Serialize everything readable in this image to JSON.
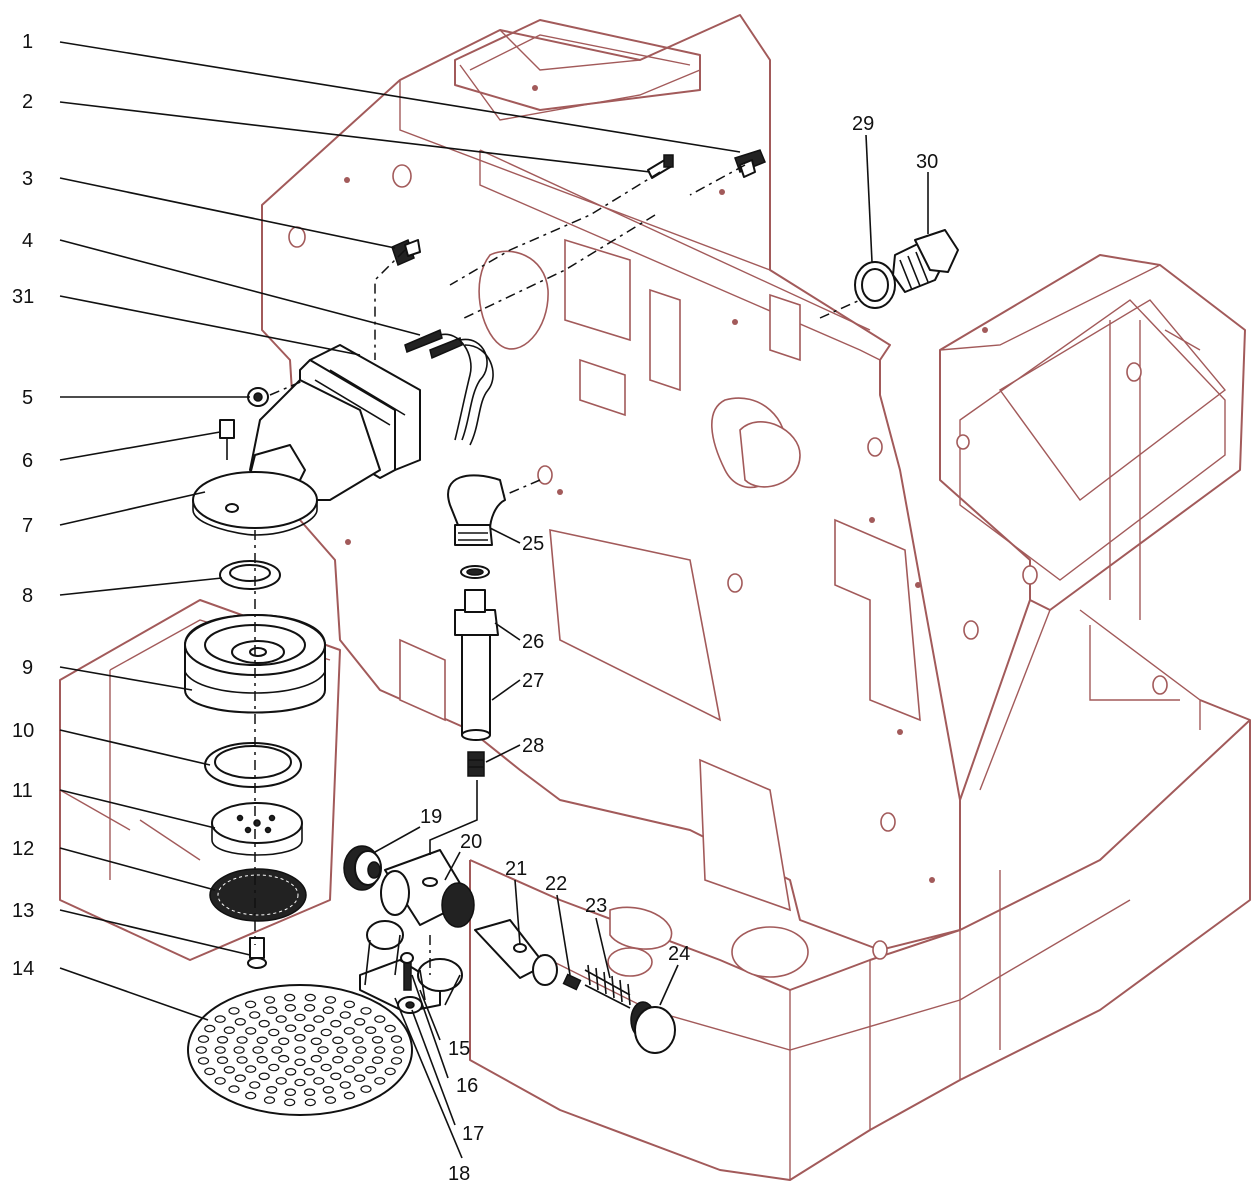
{
  "callouts": [
    {
      "id": "c1",
      "label": "1"
    },
    {
      "id": "c2",
      "label": "2"
    },
    {
      "id": "c3",
      "label": "3"
    },
    {
      "id": "c4",
      "label": "4"
    },
    {
      "id": "c31",
      "label": "31"
    },
    {
      "id": "c5",
      "label": "5"
    },
    {
      "id": "c6",
      "label": "6"
    },
    {
      "id": "c7",
      "label": "7"
    },
    {
      "id": "c8",
      "label": "8"
    },
    {
      "id": "c9",
      "label": "9"
    },
    {
      "id": "c10",
      "label": "10"
    },
    {
      "id": "c11",
      "label": "11"
    },
    {
      "id": "c12",
      "label": "12"
    },
    {
      "id": "c13",
      "label": "13"
    },
    {
      "id": "c14",
      "label": "14"
    },
    {
      "id": "c15",
      "label": "15"
    },
    {
      "id": "c16",
      "label": "16"
    },
    {
      "id": "c17",
      "label": "17"
    },
    {
      "id": "c18",
      "label": "18"
    },
    {
      "id": "c19",
      "label": "19"
    },
    {
      "id": "c20",
      "label": "20"
    },
    {
      "id": "c21",
      "label": "21"
    },
    {
      "id": "c22",
      "label": "22"
    },
    {
      "id": "c23",
      "label": "23"
    },
    {
      "id": "c24",
      "label": "24"
    },
    {
      "id": "c25",
      "label": "25"
    },
    {
      "id": "c26",
      "label": "26"
    },
    {
      "id": "c27",
      "label": "27"
    },
    {
      "id": "c28",
      "label": "28"
    },
    {
      "id": "c29",
      "label": "29"
    },
    {
      "id": "c30",
      "label": "30"
    }
  ],
  "colors": {
    "frame_outline": "#a25a5a",
    "part_outline": "#111111",
    "background": "#ffffff"
  }
}
